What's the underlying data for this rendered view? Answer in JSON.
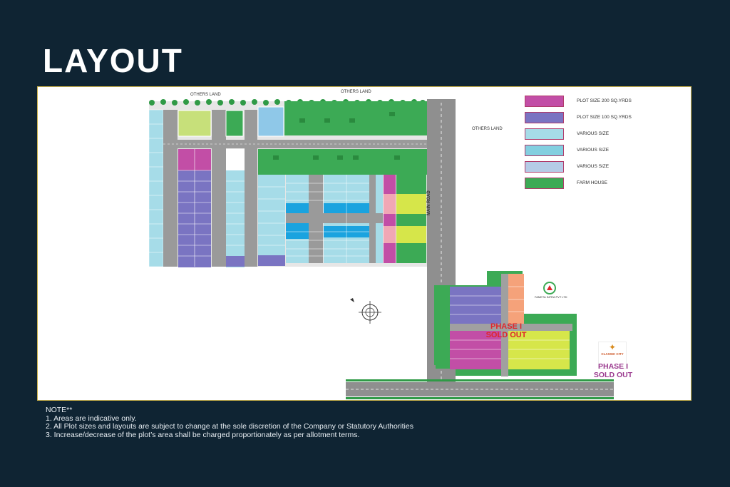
{
  "title": "LAYOUT",
  "plan": {
    "others_land_top_left": "OTHERS LAND",
    "others_land_top_right": "OTHERS LAND",
    "others_land_right": "OTHERS LAND",
    "main_road": "MAIN ROAD",
    "developer_name": "FAMETA INFRA PVT LTD",
    "brand_name": "CLASSIC CITY",
    "phase_overlay": [
      "PHASE I",
      "SOLD OUT"
    ],
    "phase_badge": [
      "PHASE I",
      "SOLD OUT"
    ]
  },
  "legend": [
    {
      "label": "PLOT SIZE 200 SQ.YRDS",
      "color": "#c24ea6"
    },
    {
      "label": "PLOT SIZE 100 SQ.YRDS",
      "color": "#7a74c2"
    },
    {
      "label": "VARIOUS SIZE",
      "color": "#a6dce8"
    },
    {
      "label": "VARIOUS SIZE",
      "color": "#83cfe0"
    },
    {
      "label": "VARIOUS SIZE",
      "color": "#b5cbe6"
    },
    {
      "label": "FARM HOUSE",
      "color": "#3caa55"
    }
  ],
  "colors": {
    "background": "#0f2433",
    "road": "#8f8f8f",
    "farm": "#3caa55",
    "plot_200": "#c24ea6",
    "plot_100": "#7a74c2",
    "various_light": "#a6dce8",
    "various_blue": "#1aa3df",
    "yellow_green": "#d6e64a",
    "peach": "#f5a27a",
    "pink": "#f1a7b5",
    "phase_red": "#e0252a",
    "phase_purple": "#9b3a8f"
  },
  "notes": {
    "heading": "NOTE**",
    "items": [
      "1. Areas are indicative only.",
      "2. All Plot sizes and layouts are subject to change at the sole discretion of the Company or Statutory Authorities",
      "3. Increase/decrease of the plot’s area shall be charged proportionately as per allotment terms."
    ]
  }
}
